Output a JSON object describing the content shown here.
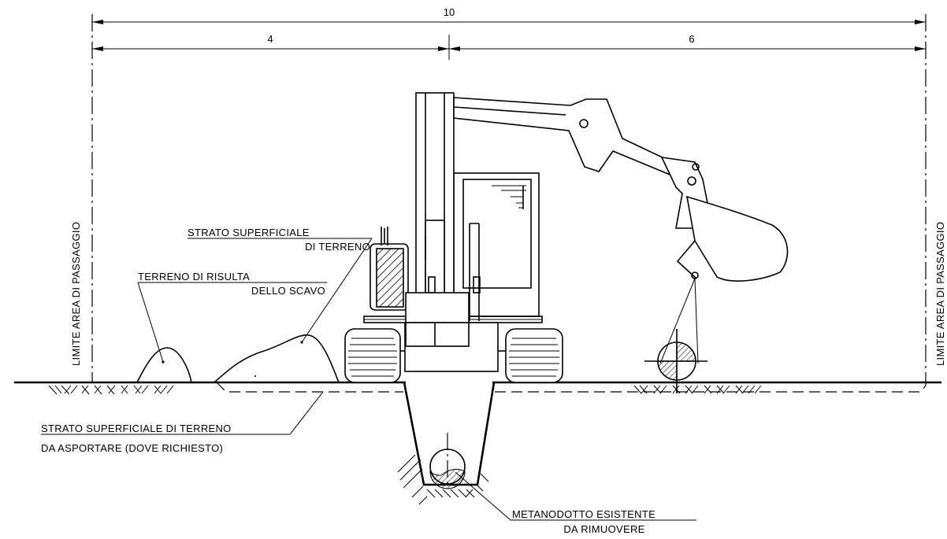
{
  "dimensions": {
    "total": "10",
    "left": "4",
    "right": "6"
  },
  "labels": {
    "boundary_left": "LIMITE  AREA  DI PASSAGGIO",
    "boundary_right": "LIMITE  AREA  DI PASSAGGIO",
    "topsoil_pile_line1": "STRATO  SUPERFICIALE",
    "topsoil_pile_line2": "DI TERRENO",
    "spoil_pile_line1": "TERRENO  DI RISULTA",
    "spoil_pile_line2": "DELLO  SCAVO",
    "topsoil_removal_line1": "STRATO  SUPERFICIALE  DI TERRENO",
    "topsoil_removal_line2": "DA  ASPORTARE  (DOVE  RICHIESTO)",
    "pipeline_line1": "METANODOTTO  ESISTENTE",
    "pipeline_line2": "DA  RIMUOVERE"
  }
}
